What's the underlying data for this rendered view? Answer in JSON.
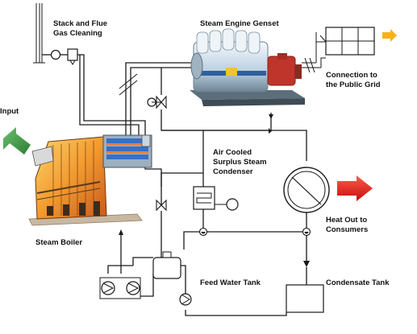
{
  "labels": {
    "input": "Input",
    "stack_line1": "Stack and Flue",
    "stack_line2": "Gas Cleaning",
    "genset": "Steam Engine Genset",
    "grid_line1": "Connection to",
    "grid_line2": "the Public Grid",
    "condenser_line1": "Air Cooled",
    "condenser_line2": "Surplus Steam",
    "condenser_line3": "Condenser",
    "heat_line1": "Heat Out to",
    "heat_line2": "Consumers",
    "boiler": "Steam Boiler",
    "feed_tank": "Feed Water Tank",
    "condensate_tank": "Condensate Tank"
  },
  "colors": {
    "input_arrow": "#3f9b45",
    "heat_arrow": "#e8201c",
    "grid_arrow": "#f7b21a",
    "engine_body": "#c9dbe8",
    "engine_base": "#7a8fa0",
    "generator": "#c0352b",
    "boiler_fire": "#f2a23a",
    "boiler_tubes": "#3a6fc4"
  }
}
